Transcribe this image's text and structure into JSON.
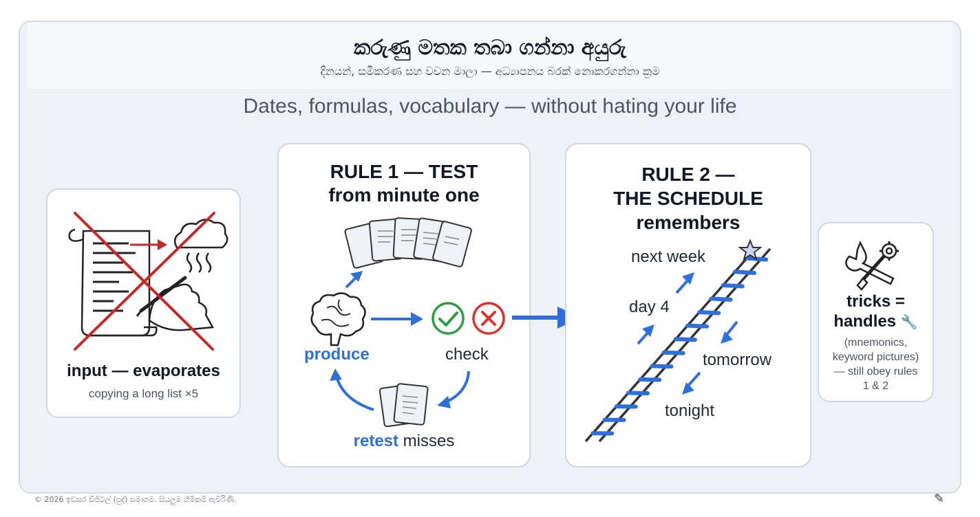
{
  "header": {
    "title": "කරුණු මතක තබා ගන්නා අයුරු",
    "subtitle": "දිනයන්, සමීකරණ සහ වචන මාලා — අධ්‍යාපනය බරක් නොකරගන්නා ක්‍රම",
    "english_title": "Dates, formulas, vocabulary — without hating your life"
  },
  "panel_input": {
    "heading": "input — evaporates",
    "caption": "copying a long list ×5"
  },
  "panel_rule1": {
    "heading_line1": "RULE 1 — TEST",
    "heading_line2": "from minute one",
    "produce": "produce",
    "check": "check",
    "retest": "retest",
    "misses": " misses"
  },
  "panel_rule2": {
    "heading_line1": "RULE 2 —",
    "heading_line2": "THE SCHEDULE",
    "heading_line3": "remembers",
    "steps": [
      "next week",
      "day 4",
      "tomorrow",
      "tonight"
    ]
  },
  "panel_tricks": {
    "heading_line1": "tricks =",
    "heading_line2": "handles",
    "wrench": "🔧",
    "caption_line1": "(mnemonics,",
    "caption_line2": "keyword pictures)",
    "caption_line3": "— still obey rules",
    "caption_line4": "1 & 2"
  },
  "footer": {
    "copyright": "© 2026 ඉඩසර ඩ්ජිටල් (පුද්) සමාගම. සියලුම හිමිකම් ඇවිරිණි.",
    "pen_glyph": "✎"
  },
  "colors": {
    "accent_blue": "#2f6fdb",
    "cross_red": "#c62828",
    "check_green": "#2e9e46",
    "miss_red": "#d9342b"
  }
}
